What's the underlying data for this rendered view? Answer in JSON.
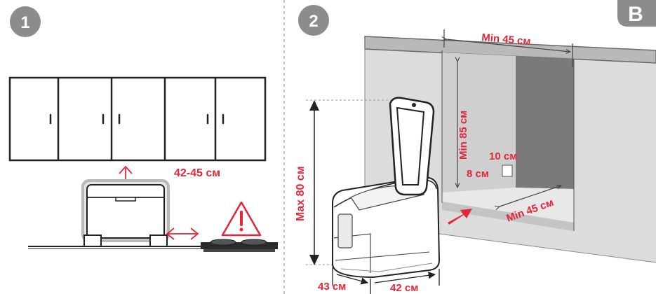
{
  "panel1": {
    "step": "1",
    "gap_label": "42-45 см"
  },
  "panel2": {
    "step": "2",
    "corner_letter": "B",
    "width_label": "Min 45 см",
    "height_label": "Min 85 см",
    "box_height_label": "Max 80 см",
    "depth_label": "Min 45 см",
    "vent_width_label": "10 см",
    "vent_height_label": "8 см",
    "box_depth_label": "43 см",
    "box_width_label": "42 см"
  },
  "colors": {
    "accent": "#e3263a",
    "badge": "#8c8c8c",
    "wall": "#dcdcdc",
    "opening": "#7a7a7a"
  },
  "icons": [
    "warning-icon",
    "double-arrow-icon",
    "insert-arrow-icon"
  ]
}
